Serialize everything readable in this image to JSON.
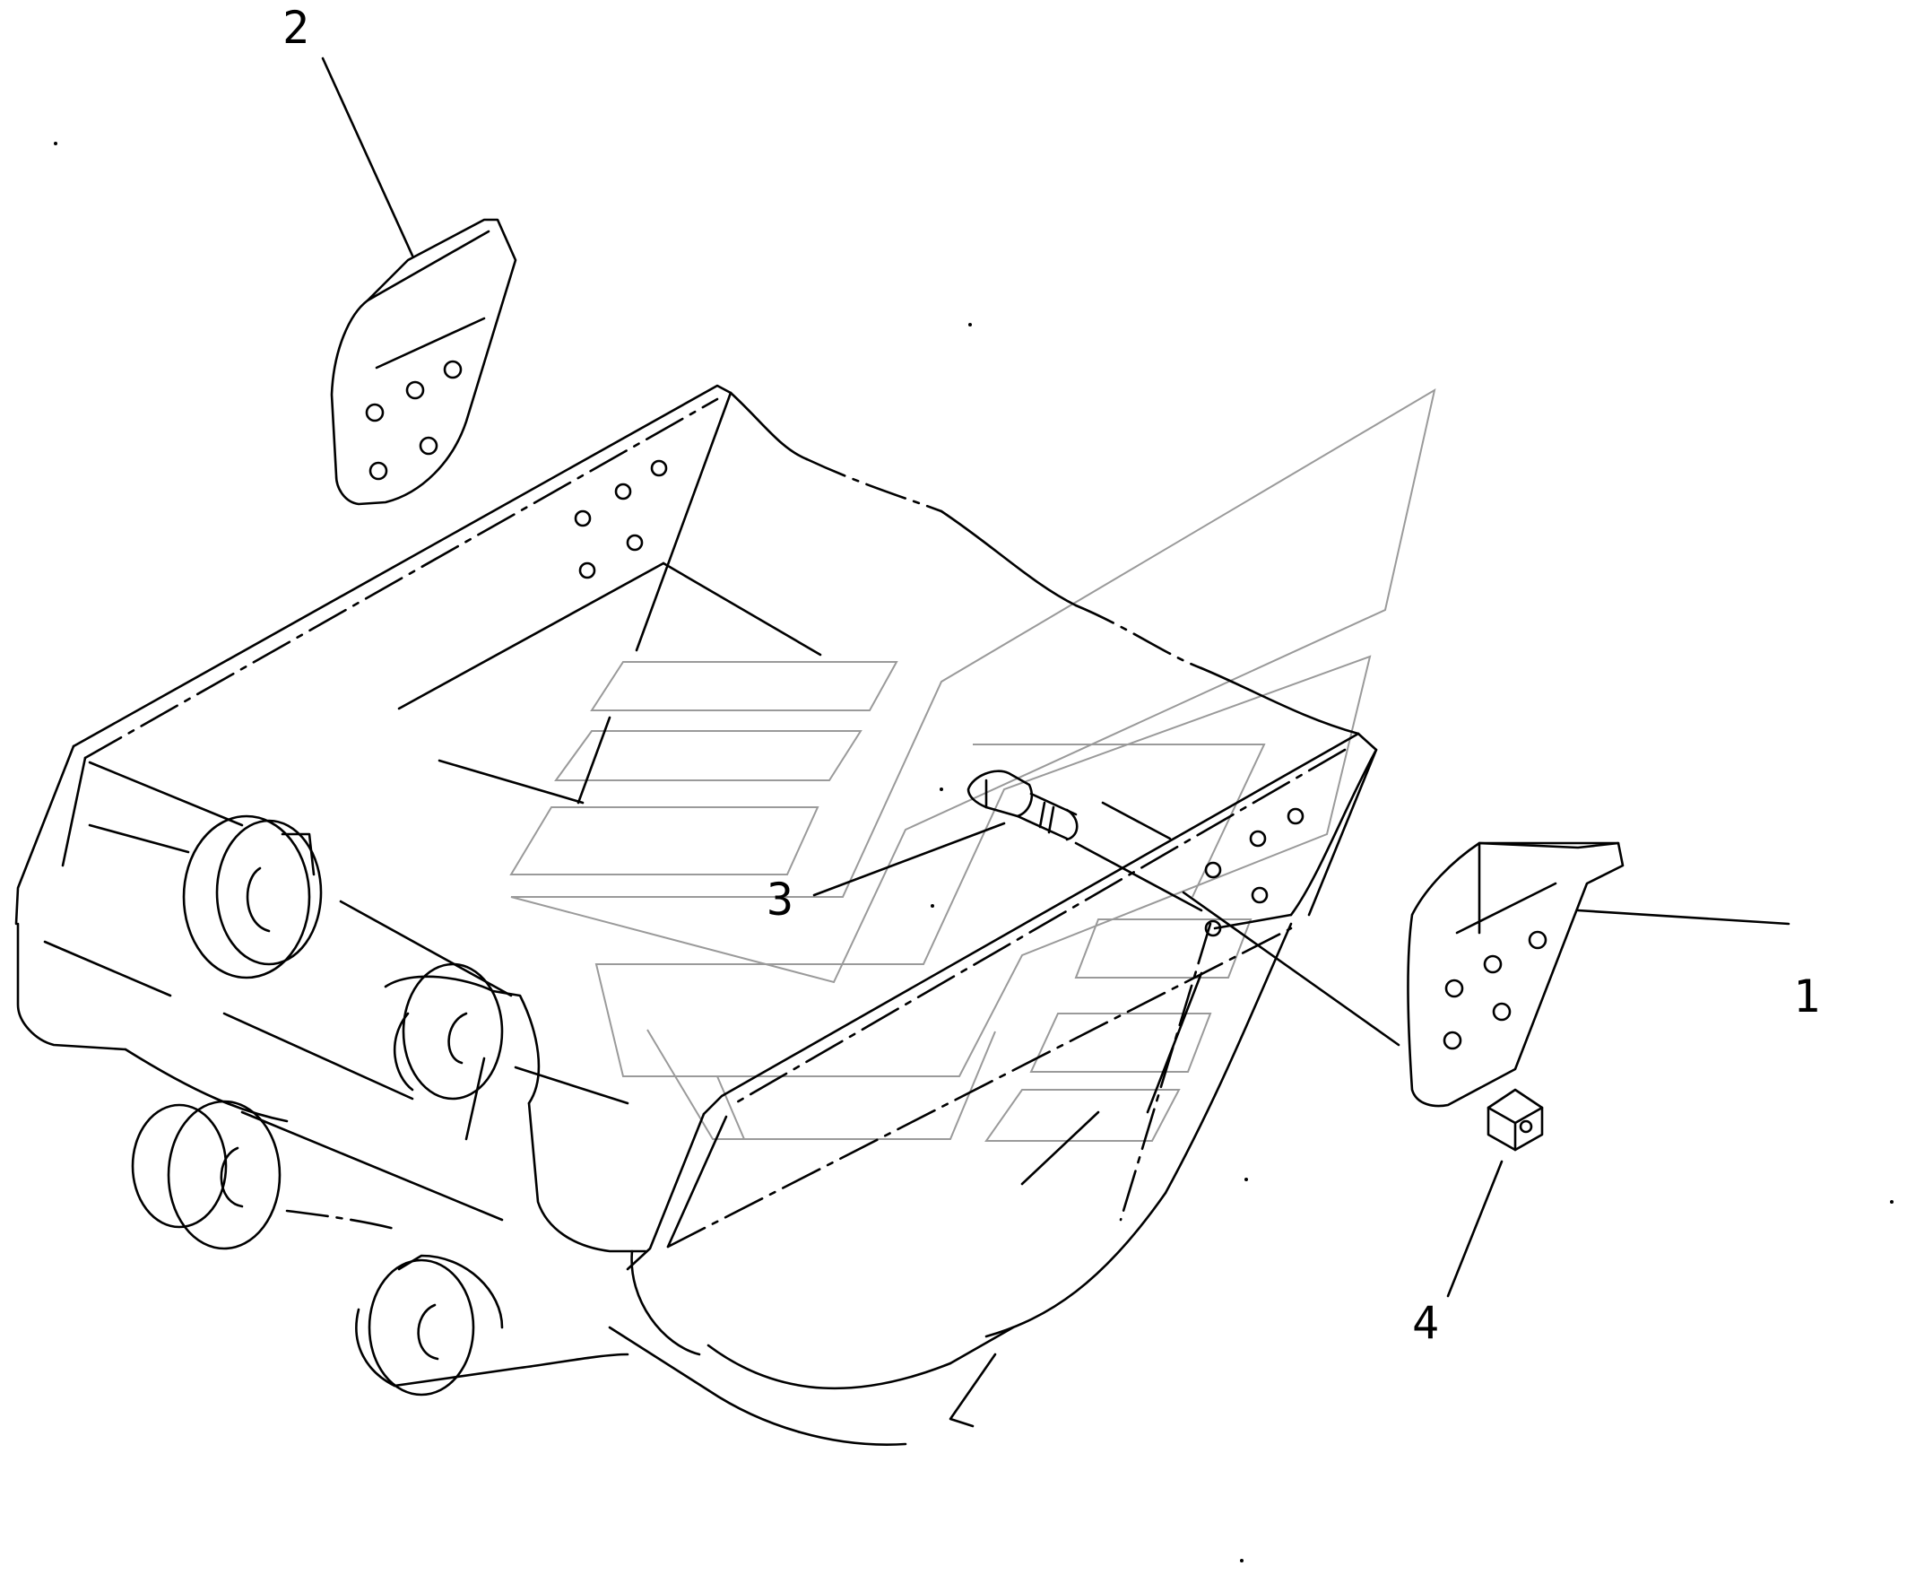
{
  "callouts": [
    {
      "id": "part-1",
      "number": "1"
    },
    {
      "id": "part-2",
      "number": "2"
    },
    {
      "id": "part-3",
      "number": "3"
    },
    {
      "id": "part-4",
      "number": "4"
    }
  ],
  "icons": {
    "watermark": "stylized-brand-watermark-icon"
  }
}
